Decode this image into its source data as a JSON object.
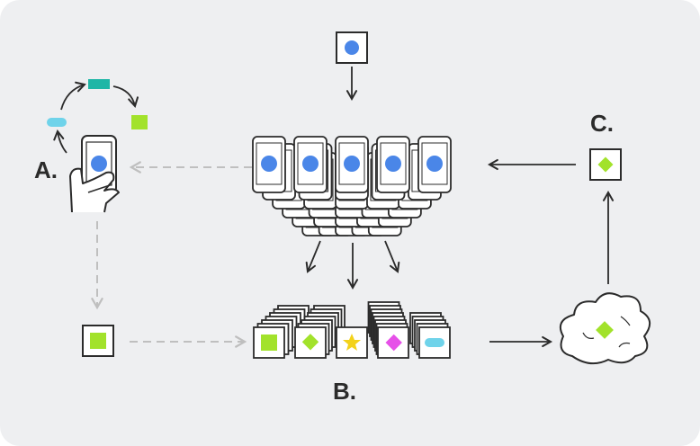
{
  "labels": {
    "a": "A.",
    "b": "B.",
    "c": "C."
  },
  "colors": {
    "background": "#eeeff1",
    "stroke": "#2b2b2b",
    "blue": "#4a86e8",
    "green": "#a2e22b",
    "teal": "#1fb6a6",
    "cyan": "#6fd3ea",
    "magenta": "#e650e8",
    "yellow": "#f3d21b",
    "dashed": "#bfbfbf"
  },
  "icons": {
    "phone_stack": "phone-stack-icon",
    "hand_phone": "hand-holding-phone-icon",
    "cloud": "cloud-icon",
    "card": "card-icon"
  }
}
